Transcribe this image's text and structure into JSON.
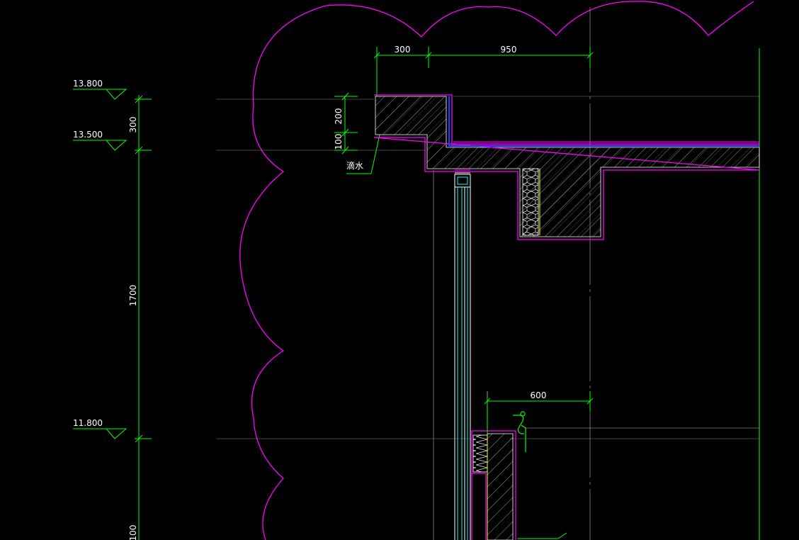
{
  "drawing": {
    "background": "#000000",
    "colors": {
      "dimension": "#00ff00",
      "outline": "#ff00ff",
      "hatch": "#ffffff",
      "glazing": "#00ffff",
      "detail": "#ffff00",
      "centerline": "#ffffff"
    },
    "dimensions": {
      "top_300": "300",
      "top_950": "950",
      "slab_200": "200",
      "slab_100": "100",
      "level_300": "300",
      "level_1700": "1700",
      "bottom_100": "100",
      "opening_600": "600"
    },
    "elevations": {
      "top": "13.800",
      "middle": "13.500",
      "lower": "11.800"
    },
    "annotations": {
      "drip": "滴水"
    }
  }
}
